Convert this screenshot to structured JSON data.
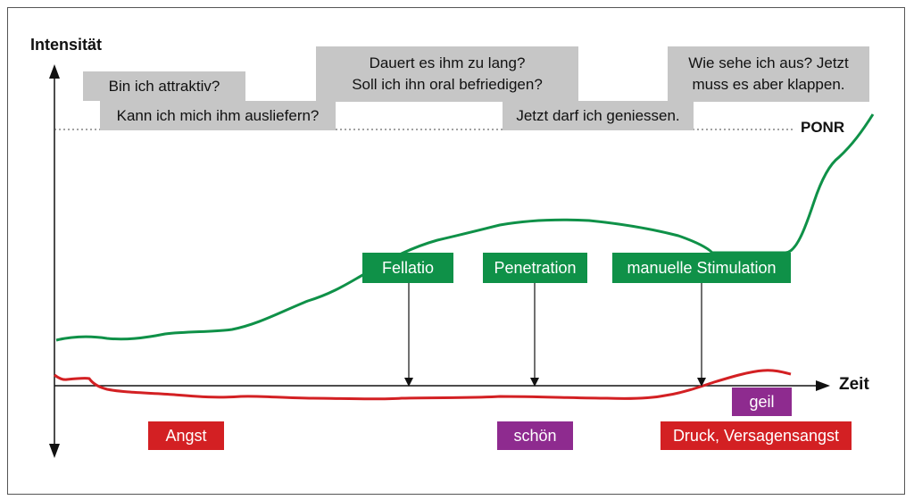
{
  "axes": {
    "y_label": "Intensität",
    "x_label": "Zeit",
    "threshold_label": "PONR"
  },
  "thoughts": {
    "attraktiv": "Bin ich attraktiv?",
    "ausliefern": "Kann ich mich ihm ausliefern?",
    "dauert_line1": "Dauert es ihm zu lang?",
    "dauert_line2": "Soll ich ihn oral befriedigen?",
    "geniessen": "Jetzt darf ich geniessen.",
    "aussehen_line1": "Wie sehe ich aus? Jetzt",
    "aussehen_line2": "muss es aber klappen."
  },
  "activities": {
    "fellatio": "Fellatio",
    "penetration": "Penetration",
    "manuell": "manuelle Stimulation"
  },
  "feelings": {
    "angst": "Angst",
    "schoen": "schön",
    "druck": "Druck, Versagensangst",
    "geil": "geil"
  },
  "colors": {
    "green": "#0f9148",
    "red": "#d32023",
    "purple": "#8e2b8f",
    "gray": "#c6c6c6"
  }
}
